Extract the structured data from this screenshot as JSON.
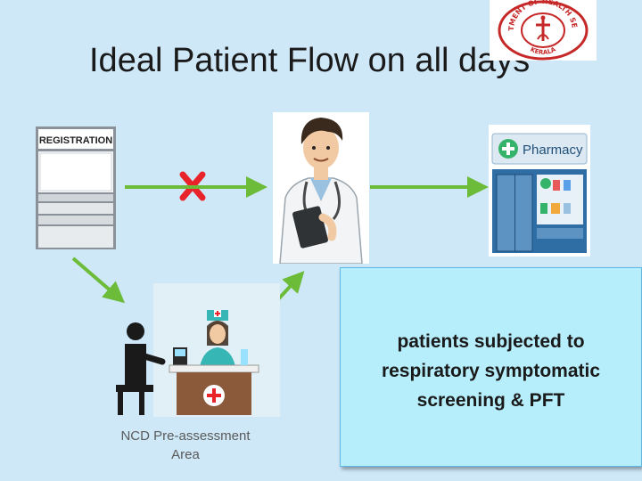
{
  "title": "Ideal Patient Flow on all days",
  "logo": {
    "top_text": "DEPARTMENT OF HEALTH SERVICES",
    "bottom_text": "KERALA",
    "color": "#c62828"
  },
  "registration": {
    "label": "REGISTRATION"
  },
  "pharmacy": {
    "label": "Pharmacy"
  },
  "info_box": {
    "line1": "patients subjected to",
    "line2": "respiratory symptomatic",
    "line3": "screening  & PFT"
  },
  "ncd": {
    "line1": "NCD Pre-assessment",
    "line2": "Area"
  },
  "colors": {
    "arrow": "#6cbc3a",
    "cross": "#e8232a",
    "background": "#cfe8f8",
    "info_box": "#b7eefc"
  }
}
